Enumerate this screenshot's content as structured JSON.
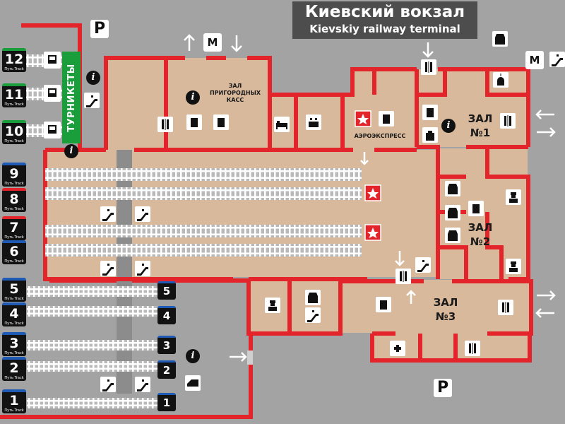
{
  "title": {
    "ru": "Киевский вокзал",
    "en": "Kievskiy railway terminal"
  },
  "turnstiles": "ТУРНИКЕТЫ",
  "halls": {
    "suburban": [
      "ЗАЛ",
      "ПРИГОРОДНЫХ",
      "КАСС"
    ],
    "aeroexpress": "АЭРОЭКСПРЕСС",
    "hall1": [
      "ЗАЛ",
      "№1"
    ],
    "hall2": [
      "ЗАЛ",
      "№2"
    ],
    "hall3": [
      "ЗАЛ",
      "№3"
    ]
  },
  "metro_letter": "М",
  "parking_letter": "P",
  "info_letter": "i",
  "track_label_ru": "Путь",
  "track_label_en": "Track",
  "tracks_upper": [
    "12",
    "11",
    "10",
    "9",
    "8",
    "7",
    "6"
  ],
  "tracks_lower": [
    "5",
    "4",
    "3",
    "2",
    "1"
  ],
  "colors": {
    "background": "#a3a3a3",
    "wall": "#e3242b",
    "floor": "#d9b99b",
    "turnstiles": "#1a9e3c",
    "badge_green": "#1a9e3c",
    "badge_red": "#e3242b",
    "badge_blue": "#1f5bb5",
    "title_bg": "#4d4d4d"
  },
  "icons": [
    "metro-icon",
    "parking-icon",
    "info-icon",
    "toilet-icon",
    "ticket-machine-icon",
    "escalator-icon",
    "tram-icon",
    "train-icon",
    "church-icon",
    "bed-icon",
    "waiting-room-icon",
    "police-icon",
    "first-aid-icon",
    "luggage-icon",
    "shop-icon",
    "exit-arrow-icon"
  ]
}
